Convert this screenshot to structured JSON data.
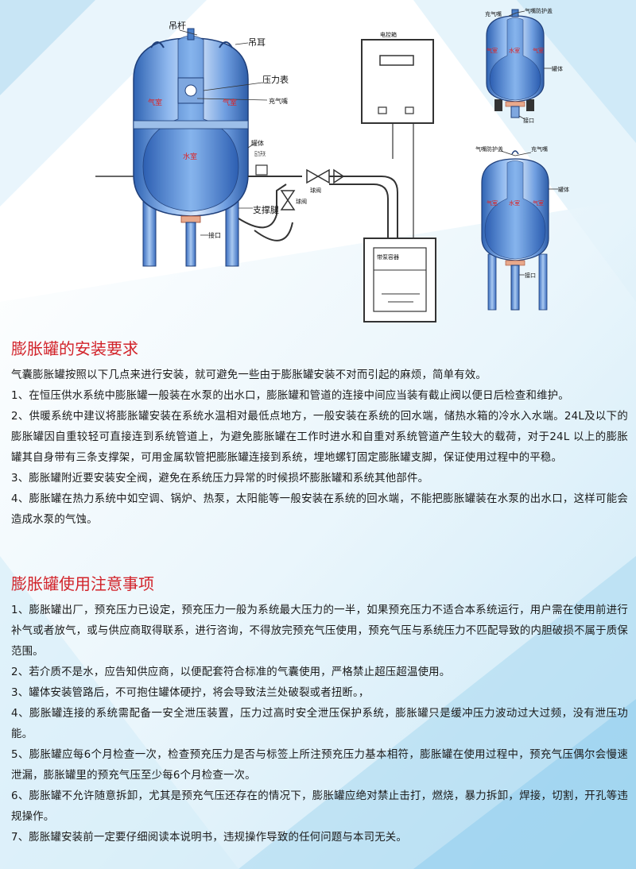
{
  "diagram": {
    "main_tank": {
      "hanger": "吊杆",
      "lug": "吊耳",
      "pressure_gauge": "压力表",
      "valve_nozzle": "充气嘴",
      "air_chamber_left": "气室",
      "air_chamber_right": "气室",
      "water_chamber": "水室",
      "tank_body": "罐体",
      "pressure_switch": "压力开关",
      "ball_valve_1": "球阀",
      "ball_valve_2": "球阀",
      "support_leg": "支撑腿",
      "interface": "接口"
    },
    "control_box": "电控箱",
    "pump_container": "带泵容器",
    "small_tank_top": {
      "valve_nozzle": "充气嘴",
      "nozzle_cover": "气嘴防护盖",
      "air_left": "气室",
      "water": "水室",
      "air_right": "气室",
      "tank_body": "罐体",
      "interface": "接口"
    },
    "small_tank_bottom": {
      "nozzle_cover": "气嘴防护盖",
      "valve_nozzle": "充气嘴",
      "tank_body": "罐体",
      "air_left": "气室",
      "water": "水室",
      "air_right": "气室",
      "interface": "接口"
    }
  },
  "section1": {
    "title": "膨胀罐的安装要求",
    "paragraphs": [
      "气囊膨胀罐按照以下几点来进行安装，就可避免一些由于膨胀罐安装不对而引起的麻烦，简单有效。",
      "1、在恒压供水系统中膨胀罐一般装在水泵的出水口，膨胀罐和管道的连接中间应当装有截止阀以便日后检查和维护。",
      "2、供暖系统中建议将膨胀罐安装在系统水温相对最低点地方，一般安装在系统的回水端，储热水箱的冷水入水端。24L及以下的膨胀罐因自重较轻可直接连到系统管道上，为避免膨胀罐在工作时进水和自重对系统管道产生较大的载荷，对于24L 以上的膨胀罐其自身带有三条支撑架，可用金属软管把膨胀罐连接到系统，埋地螺钉固定膨胀罐支脚，保证使用过程中的平稳。",
      "3、膨胀罐附近要安装安全阀，避免在系统压力异常的时候损坏膨胀罐和系统其他部件。",
      "4、膨胀罐在热力系统中如空调、锅炉、热泵，太阳能等一般安装在系统的回水端，不能把膨胀罐装在水泵的出水口，这样可能会造成水泵的气蚀。"
    ]
  },
  "section2": {
    "title": "膨胀罐使用注意事项",
    "paragraphs": [
      "1、膨胀罐出厂，预充压力已设定，预充压力一般为系统最大压力的一半，如果预充压力不适合本系统运行，用户需在使用前进行补气或者放气，或与供应商取得联系，进行咨询，不得放完预充气压使用，预充气压与系统压力不匹配导致的内胆破损不属于质保范围。",
      "2、若介质不是水，应告知供应商，以便配套符合标准的气囊使用，严格禁止超压超温使用。",
      "3、罐体安装管路后，不可抱住罐体硬拧，将会导致法兰处破裂或者扭断。，",
      "4、膨胀罐连接的系统需配备一安全泄压装置，压力过高时安全泄压保护系统，膨胀罐只是缓冲压力波动过大过频，没有泄压功能。",
      "5、膨胀罐应每6个月检查一次，检查预充压力是否与标签上所注预充压力基本相符，膨胀罐在使用过程中，预充气压偶尔会慢速泄漏，膨胀罐里的预充气压至少每6个月检查一次。",
      "6、膨胀罐不允许随意拆卸，尤其是预充气压还存在的情况下，膨胀罐应绝对禁止击打，燃烧，暴力拆卸，焊接，切割，开孔等违规操作。",
      "7、膨胀罐安装前一定要仔细阅读本说明书，违规操作导致的任何问题与本司无关。"
    ]
  },
  "colors": {
    "title_red": "#d2232a",
    "tank_blue": "#4a7fc9",
    "label_red": "#e02020",
    "background_blue": "#bfe3f5"
  }
}
